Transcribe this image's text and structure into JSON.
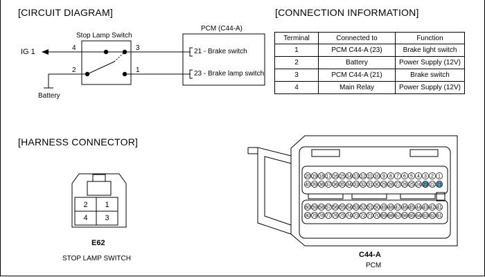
{
  "headings": {
    "circuit": "[CIRCUIT DIAGRAM]",
    "connection": "[CONNECTION INFORMATION]",
    "harness": "[HARNESS CONNECTOR]"
  },
  "circuit": {
    "switch_title": "Stop Lamp Switch",
    "ig1": "IG 1",
    "battery": "Battery",
    "pin_4": "4",
    "pin_2": "2",
    "pin_3": "3",
    "pin_1": "1",
    "pcm_title": "PCM (C44-A)",
    "pcm_line_1": "21 - Brake switch",
    "pcm_line_2": "23 - Brake lamp switch"
  },
  "connection_table": {
    "headers": [
      "Terminal",
      "Connected to",
      "Function"
    ],
    "rows": [
      [
        "1",
        "PCM C44-A (23)",
        "Brake light switch"
      ],
      [
        "2",
        "Battery",
        "Power Supply (12V)"
      ],
      [
        "3",
        "PCM C44-A (21)",
        "Brake switch"
      ],
      [
        "4",
        "Main Relay",
        "Power Supply (12V)"
      ]
    ]
  },
  "e62": {
    "pins": [
      "2",
      "1",
      "4",
      "3"
    ],
    "code": "E62",
    "name": "STOP LAMP SWITCH"
  },
  "c44a": {
    "code": "C44-A",
    "name": "PCM",
    "row1": [
      "20",
      "19",
      "18",
      "17",
      "16",
      "15",
      "14",
      "13",
      "12",
      "11",
      "10",
      "9",
      "8",
      "7",
      "6",
      "5",
      "4",
      "3",
      "2",
      "1"
    ],
    "row2": [
      "40",
      "39",
      "38",
      "37",
      "36",
      "35",
      "34",
      "33",
      "32",
      "31",
      "30",
      "29",
      "28",
      "27",
      "26",
      "25",
      "24",
      "23",
      "22",
      "21"
    ],
    "row3": [
      "60",
      "59",
      "58",
      "57",
      "56",
      "55",
      "54",
      "53",
      "52",
      "51",
      "50",
      "49",
      "48",
      "47",
      "46",
      "45",
      "44",
      "43",
      "42",
      "41"
    ],
    "row4": [
      "80",
      "79",
      "78",
      "77",
      "76",
      "75",
      "74",
      "73",
      "72",
      "71",
      "70",
      "69",
      "68",
      "67",
      "66",
      "65",
      "64",
      "63",
      "62",
      "61"
    ],
    "highlight": [
      "21",
      "23"
    ]
  },
  "colors": {
    "line": "#000000",
    "highlight": "#5aa7c9"
  }
}
